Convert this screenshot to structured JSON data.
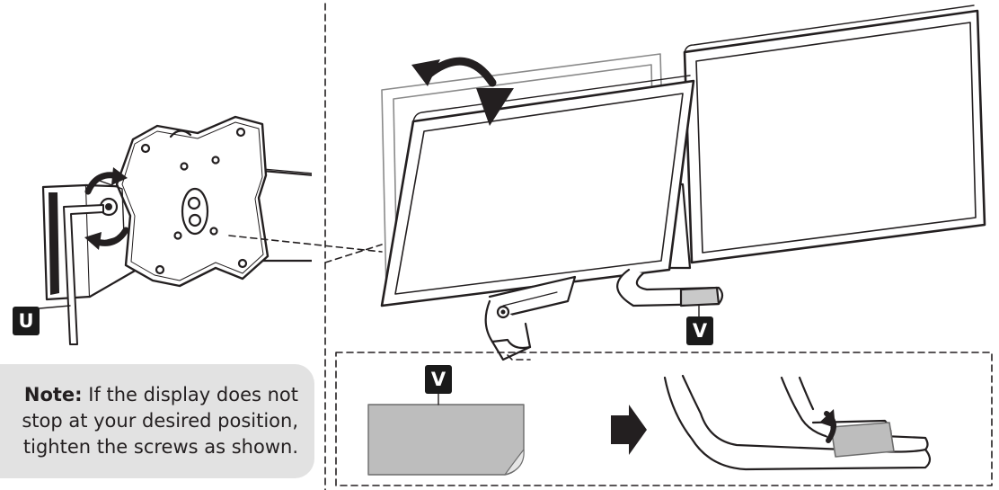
{
  "labels": {
    "u": "U",
    "v_top": "V",
    "v_detail": "V"
  },
  "note": {
    "heading": "Note:",
    "body": "If the display does not stop at your desired position, tighten the screws as shown."
  },
  "icons": [
    "hex-key-icon",
    "rotate-arrow-icon",
    "tilt-arrow-icon",
    "next-step-arrow-icon",
    "sticker-peel-icon"
  ]
}
